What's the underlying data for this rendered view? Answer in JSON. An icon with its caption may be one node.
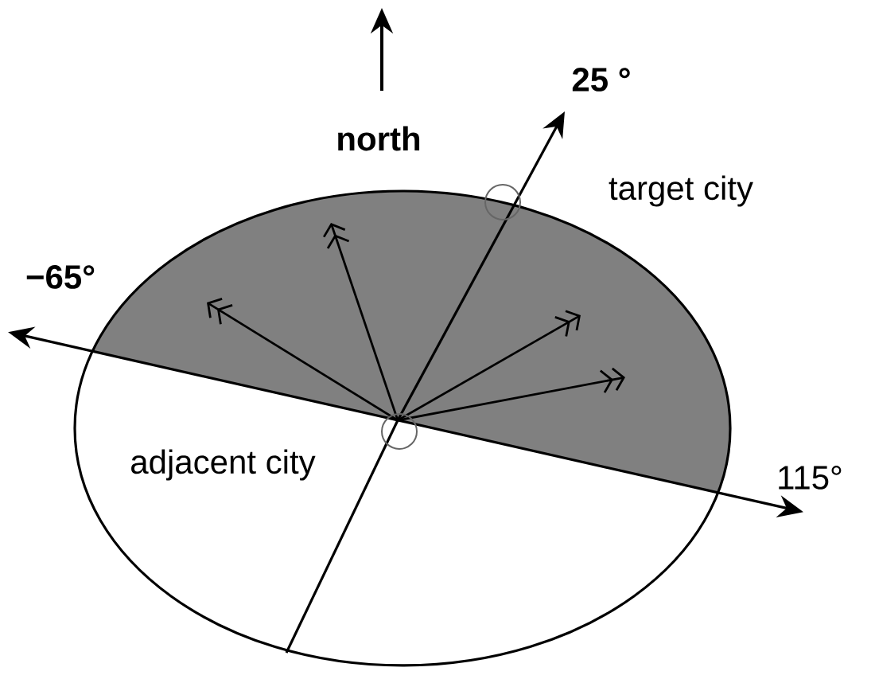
{
  "diagram": {
    "labels": [
      "25 °",
      "north",
      "target city",
      "−65°",
      "adjacent city",
      "115°"
    ]
  }
}
